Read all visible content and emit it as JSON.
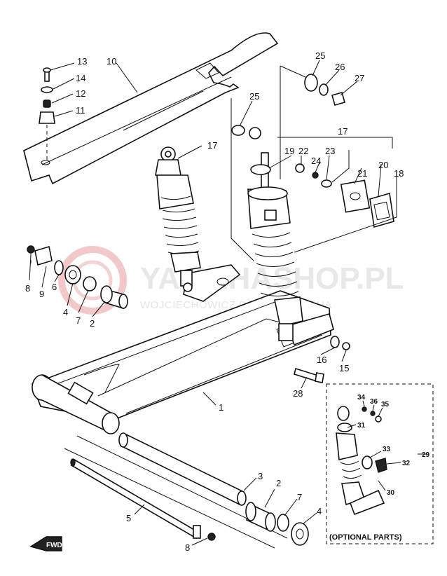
{
  "watermark": {
    "title": "YAMAHASHOP.PL",
    "subtitle": "WOJCIECHOWICZ DEALER YAMAHA"
  },
  "optional_label": "(OPTIONAL PARTS)",
  "front_arrow": "FWD",
  "callouts": {
    "c13": "13",
    "c14": "14",
    "c12": "12",
    "c11": "11",
    "c10": "10",
    "c25a": "25",
    "c26": "26",
    "c27": "27",
    "c25b": "25",
    "c17a": "17",
    "c17b": "17",
    "c19": "19",
    "c22": "22",
    "c24": "24",
    "c23": "23",
    "c21": "21",
    "c20": "20",
    "c18": "18",
    "c8a": "8",
    "c9": "9",
    "c6": "6",
    "c4a": "4",
    "c7a": "7",
    "c2a": "2",
    "c16": "16",
    "c15": "15",
    "c28": "28",
    "c1": "1",
    "c3": "3",
    "c2b": "2",
    "c7b": "7",
    "c4b": "4",
    "c5": "5",
    "c8b": "8",
    "c34": "34",
    "c36": "36",
    "c35": "35",
    "c31": "31",
    "c33": "33",
    "c32": "32",
    "c29": "29",
    "c30": "30"
  }
}
